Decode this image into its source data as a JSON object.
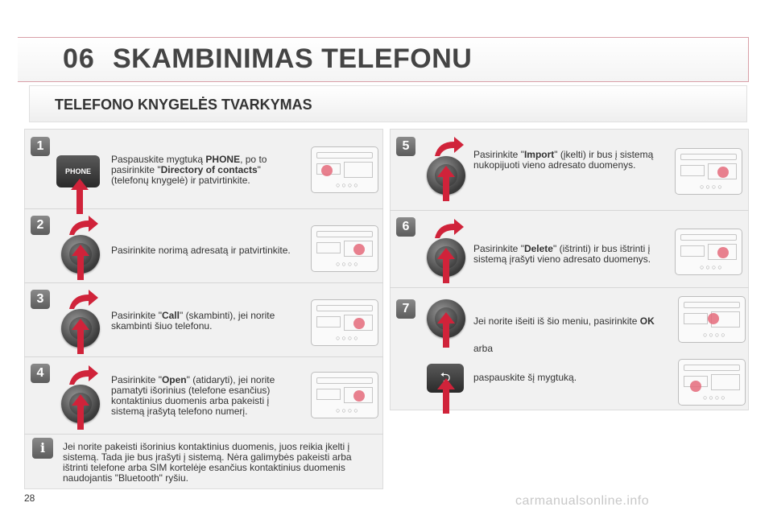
{
  "chapter": {
    "number": "06",
    "title": "SKAMBINIMAS TELEFONU"
  },
  "section_title": "TELEFONO KNYGELĖS TVARKYMAS",
  "phone_button_label": "PHONE",
  "steps_left": [
    {
      "num": "1",
      "parts": [
        "Paspauskite mygtuką ",
        "PHONE",
        ", po to pasirinkite \"",
        "Directory of contacts",
        "\" (telefonų knygelė) ir patvirtinkite."
      ]
    },
    {
      "num": "2",
      "text": "Pasirinkite norimą adresatą ir patvirtinkite."
    },
    {
      "num": "3",
      "pre": "Pasirinkite \"",
      "bold": "Call",
      "post": "\" (skambinti), jei norite skambinti šiuo telefonu."
    },
    {
      "num": "4",
      "pre": "Pasirinkite \"",
      "bold": "Open",
      "post": "\" (atidaryti), jei norite pamatyti išorinius (telefone esančius) kontaktinius duomenis arba pakeisti į sistemą įrašytą telefono numerį."
    }
  ],
  "steps_right": [
    {
      "num": "5",
      "pre": "Pasirinkite \"",
      "bold": "Import",
      "post": "\" (įkelti) ir bus į sistemą nukopijuoti vieno adresato duomenys."
    },
    {
      "num": "6",
      "pre": "Pasirinkite \"",
      "bold": "Delete",
      "post": "\" (ištrinti) ir bus ištrinti į sistemą įrašyti vieno adresato duomenys."
    },
    {
      "num": "7",
      "pre": "Jei norite išeiti iš šio meniu, pasirinkite ",
      "bold": "OK",
      "post": ""
    }
  ],
  "arba": "arba",
  "back_text": "paspauskite šį mygtuką.",
  "info_note": "Jei norite pakeisti išorinius kontaktinius duomenis, juos reikia įkelti į sistemą. Tada jie bus įrašyti į sistemą. Nėra galimybės pakeisti arba ištrinti telefone arba SIM kortelėje esančius kontaktinius duomenis naudojantis \"Bluetooth\" ryšiu.",
  "page_number": "28",
  "watermark": "carmanualsonline.info",
  "colors": {
    "accent": "#d0233a",
    "panel": "#f1f1f1"
  }
}
